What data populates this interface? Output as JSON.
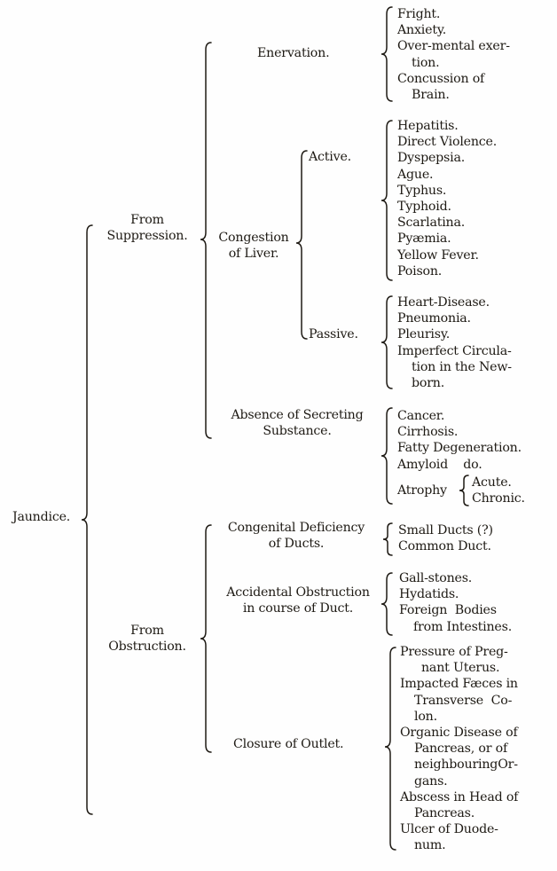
{
  "root": "Jaundice.",
  "branches": {
    "suppression": {
      "label_line1": "From",
      "label_line2": "Suppression.",
      "enervation": {
        "label": "Enervation.",
        "items": [
          "Fright.",
          "Anxiety.",
          "Over-mental exer-",
          "tion.",
          "Concussion of",
          "Brain."
        ]
      },
      "congestion": {
        "label_line1": "Congestion",
        "label_line2": "of Liver.",
        "active": {
          "label": "Active.",
          "items": [
            "Hepatitis.",
            "Direct Violence.",
            "Dyspepsia.",
            "Ague.",
            "Typhus.",
            "Typhoid.",
            "Scarlatina.",
            "Pyæmia.",
            "Yellow Fever.",
            "Poison."
          ]
        },
        "passive": {
          "label": "Passive.",
          "items": [
            "Heart-Disease.",
            "Pneumonia.",
            "Pleurisy.",
            "Imperfect Circula-",
            "tion in the New-",
            "born."
          ]
        }
      },
      "absence": {
        "label_line1": "Absence of Secreting",
        "label_line2": "Substance.",
        "items": [
          "Cancer.",
          "Cirrhosis.",
          "Fatty Degeneration.",
          "Amyloid    do."
        ],
        "atrophy": {
          "label": "Atrophy",
          "items": [
            "Acute.",
            "Chronic."
          ]
        }
      }
    },
    "obstruction": {
      "label_line1": "From",
      "label_line2": "Obstruction.",
      "congenital": {
        "label_line1": "Congenital Deficiency",
        "label_line2": "of Ducts.",
        "items": [
          "Small Ducts (?)",
          "Common Duct."
        ]
      },
      "accidental": {
        "label_line1": "Accidental Obstruction",
        "label_line2": "in course of Duct.",
        "items": [
          "Gall-stones.",
          "Hydatids.",
          "Foreign  Bodies",
          "from Intestines."
        ]
      },
      "closure": {
        "label": "Closure of Outlet.",
        "items": [
          "Pressure of Preg-",
          "nant Uterus.",
          "Impacted Fæces in",
          "Transverse  Co-",
          "lon.",
          "Organic Disease of",
          "Pancreas, or of",
          "neighbouringOr-",
          "gans.",
          "Abscess in Head of",
          "Pancreas.",
          "Ulcer of Duode-",
          "num."
        ]
      }
    }
  }
}
